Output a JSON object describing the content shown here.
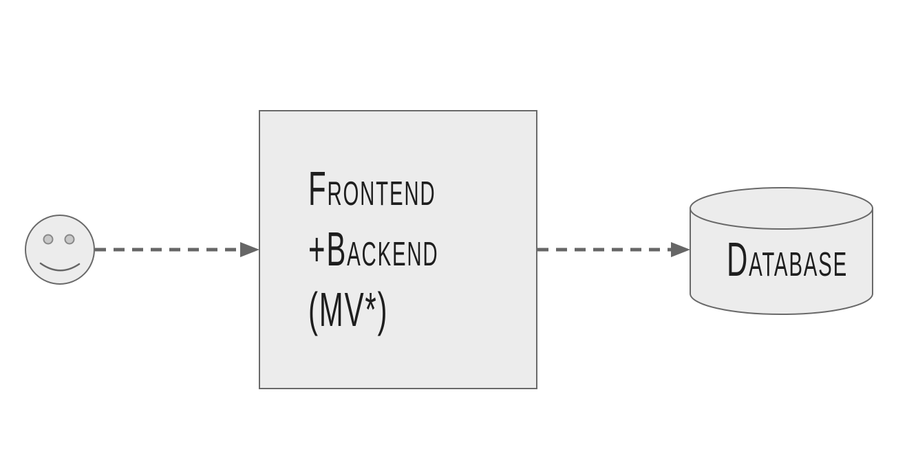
{
  "diagram": {
    "nodes": {
      "user": {
        "icon": "smiley-face-icon",
        "label": ""
      },
      "app": {
        "label_lines": [
          "Frontend",
          "+Backend",
          "(MV*)"
        ],
        "shape": "rectangle"
      },
      "database": {
        "label": "Database",
        "shape": "cylinder"
      }
    },
    "connections": [
      {
        "from": "user",
        "to": "app",
        "style": "dashed-arrow"
      },
      {
        "from": "app",
        "to": "database",
        "style": "dashed-arrow"
      }
    ],
    "colors": {
      "background": "#ffffff",
      "node_fill": "#ececec",
      "node_stroke": "#696969",
      "arrow": "#666666",
      "label_text": "#1e1e1e",
      "eye_fill": "#c8c8c8",
      "eye_stroke": "#888888"
    }
  }
}
